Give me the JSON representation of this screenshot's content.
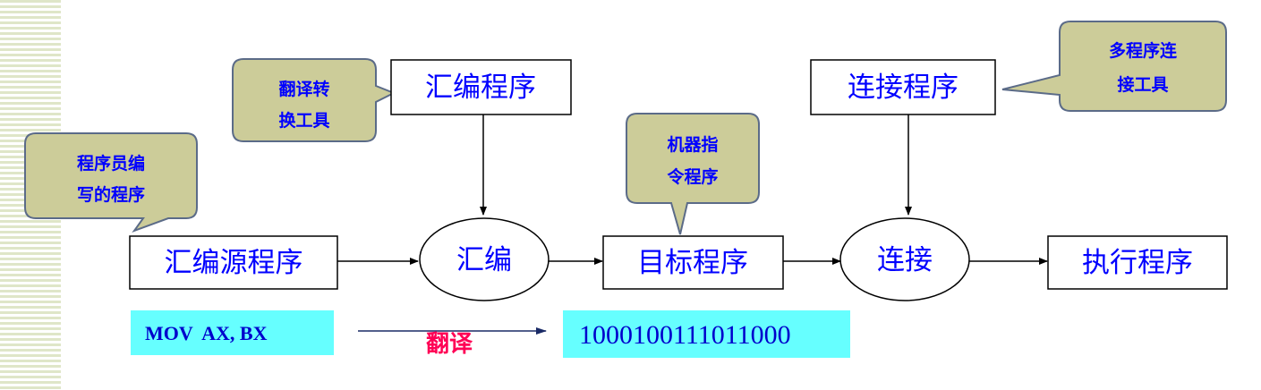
{
  "nodes": {
    "source_program": "汇编源程序",
    "assemble": "汇编",
    "object_program": "目标程序",
    "link": "连接",
    "exec_program": "执行程序",
    "assembler": "汇编程序",
    "linker": "连接程序"
  },
  "callouts": {
    "programmer": [
      "程序员编",
      "写的程序"
    ],
    "translator": [
      "翻译转",
      "换工具"
    ],
    "machine": [
      "机器指",
      "令程序"
    ],
    "multi_link": [
      "多程序连",
      "接工具"
    ]
  },
  "example": {
    "instruction": "MOV  AX, BX",
    "translate": "翻译",
    "binary": "1000100111011000"
  },
  "colors": {
    "node_text": "#0000ff",
    "callout_fill": "#cccc99",
    "callout_stroke": "#5b6b88",
    "highlight_fill": "#66ffff",
    "translate_text": "#ff0055",
    "side_stripes": "#dfe6c8"
  }
}
